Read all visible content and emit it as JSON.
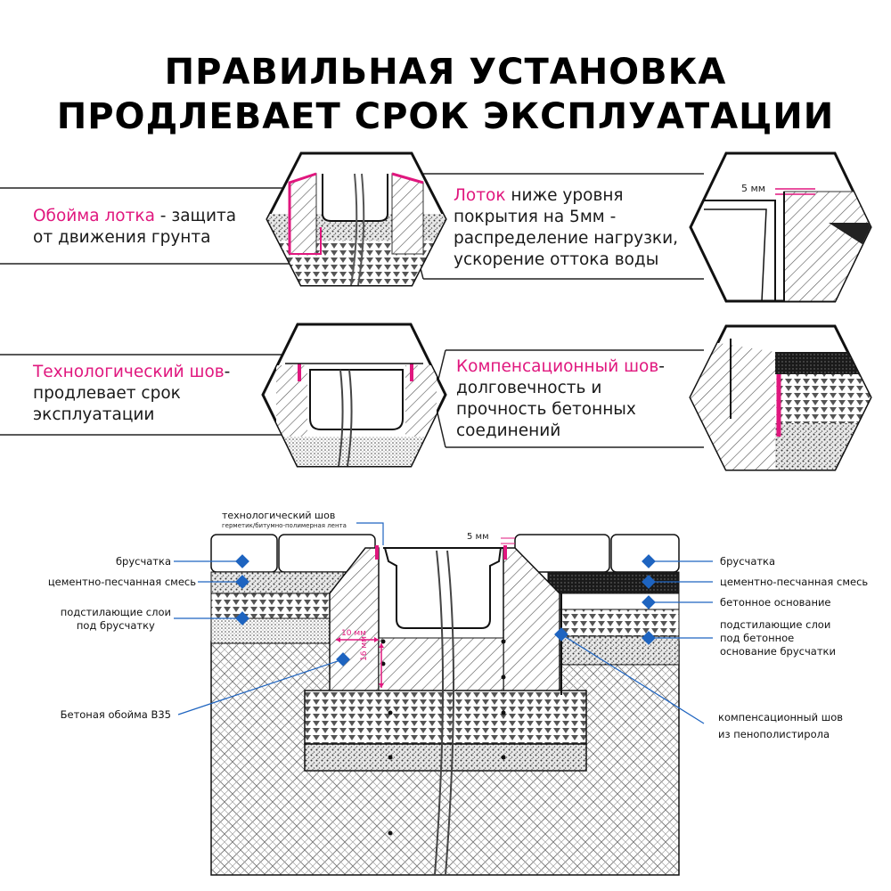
{
  "title": {
    "line1": "ПРАВИЛЬНАЯ УСТАНОВКА",
    "line2": "ПРОДЛЕВАЕТ СРОК ЭКСПЛУАТАЦИИ"
  },
  "callouts": {
    "c1": {
      "highlight": "Обойма лотка",
      "rest1": " - защита",
      "rest2": "от движения грунта"
    },
    "c2": {
      "highlight": "Лоток",
      "rest1": " ниже уровня",
      "rest2": "покрытия на 5мм -",
      "rest3": "распределение нагрузки,",
      "rest4": "ускорение оттока воды"
    },
    "c3": {
      "highlight": "Технологический шов",
      "rest1": "-",
      "rest2": "продлевает срок",
      "rest3": "эксплуатации"
    },
    "c4": {
      "highlight": "Компенсационный шов",
      "rest1": "-",
      "rest2": "долговечность и",
      "rest3": "прочность бетонных",
      "rest4": "соединений"
    }
  },
  "dims": {
    "hex2_gap": "5 мм",
    "main_gap": "5 мм",
    "width_10": "10 мм",
    "height_16": "16 мм"
  },
  "main_labels": {
    "tech_seam": "технологический шов",
    "tech_seam_sub": "герметик/битумно-полимерная лента",
    "left": {
      "paving": "брусчатка",
      "mortar": "цементно-песчанная смесь",
      "bedding1": "подстилающие слои",
      "bedding2": "под брусчатку",
      "frame": "Бетоная обойма В35"
    },
    "right": {
      "paving": "брусчатка",
      "mortar": "цементно-песчанная смесь",
      "base": "бетонное основание",
      "bedding1": "подстилающие слои",
      "bedding2": "под бетонное",
      "bedding3": "основание брусчатки",
      "exp1": "компенсационный шов",
      "exp2": "из пенополистирола"
    }
  },
  "colors": {
    "accent": "#e0177e",
    "marker": "#1e64c0",
    "line": "#111111"
  }
}
